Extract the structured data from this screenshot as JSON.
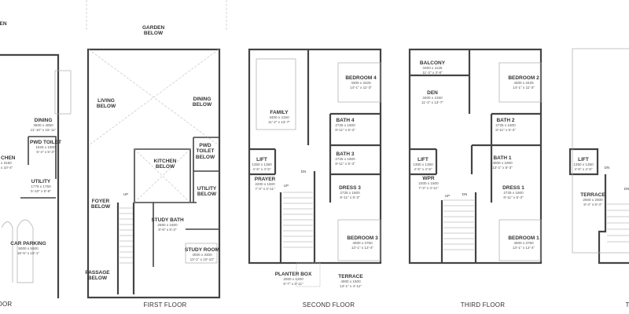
{
  "floors": [
    {
      "title": "OOR",
      "rooms": [
        {
          "name": "EN",
          "dim1": "",
          "dim2": ""
        },
        {
          "name": "DINING",
          "dim1": "3600 x 4850",
          "dim2": "11'-10\" x 15'-11\""
        },
        {
          "name": "PWD TOILET",
          "dim1": "1625 x 1600",
          "dim2": "5'-4\" x 5'-3\""
        },
        {
          "name": "CHEN",
          "dim1": "x 3150",
          "dim2": "x 10'-4\""
        },
        {
          "name": "UTILITY",
          "dim1": "1775 x 1750",
          "dim2": "5'-10\" x 5'-9\""
        },
        {
          "name": "CAR PARKING",
          "dim1": "5000 x 5500",
          "dim2": "16'-5\" x 18'-1\""
        }
      ]
    },
    {
      "title": "FIRST FLOOR",
      "rooms": [
        {
          "name": "GARDEN BELOW"
        },
        {
          "name": "LIVING BELOW"
        },
        {
          "name": "DINING BELOW"
        },
        {
          "name": "PWD TOILET BELOW"
        },
        {
          "name": "KITCHEN BELOW"
        },
        {
          "name": "UTILITY BELOW"
        },
        {
          "name": "FOYER BELOW"
        },
        {
          "name": "STUDY BATH",
          "dim1": "2650 x 1600",
          "dim2": "8'-8\" x 5'-3\""
        },
        {
          "name": "STUDY ROOM",
          "dim1": "4000 x 3300",
          "dim2": "13'-1\" x 10'-10\""
        },
        {
          "name": "PASSAGE BELOW"
        }
      ],
      "marks": [
        "UP"
      ]
    },
    {
      "title": "SECOND FLOOR",
      "rooms": [
        {
          "name": "FAMILY",
          "dim1": "3400 x 4150",
          "dim2": "11'-2\" x 13'-7\""
        },
        {
          "name": "BEDROOM 4",
          "dim1": "4300 x 3425",
          "dim2": "14'-1\" x 11'-3\""
        },
        {
          "name": "BATH 4",
          "dim1": "2725 x 1600",
          "dim2": "8'-11\" x 5'-3\""
        },
        {
          "name": "BATH 3",
          "dim1": "2725 x 1600",
          "dim2": "8'-11\" x 5'-3\""
        },
        {
          "name": "LIFT",
          "dim1": "1350 x 1350",
          "dim2": "4'-5\" x 4'-5\""
        },
        {
          "name": "PRAYER",
          "dim1": "2200 x 1500",
          "dim2": "7'-3\" x 4'-11\""
        },
        {
          "name": "DRESS 3",
          "dim1": "2725 x 1600",
          "dim2": "8'-11\" x 5'-3\""
        },
        {
          "name": "BEDROOM 3",
          "dim1": "4000 x 3750",
          "dim2": "13'-1\" x 12'-4\""
        },
        {
          "name": "PLANTER BOX",
          "dim1": "2000 x 1200",
          "dim2": "6'-7\" x 3'-11\""
        },
        {
          "name": "TERRACE",
          "dim1": "4000 x 1500",
          "dim2": "13'-1\" x 4'-11\""
        }
      ],
      "marks": [
        "UP",
        "DN"
      ]
    },
    {
      "title": "THIRD FLOOR",
      "rooms": [
        {
          "name": "BALCONY",
          "dim1": "3400 x 1125",
          "dim2": "11'-2\" x 3'-8\""
        },
        {
          "name": "DEN",
          "dim1": "3400 x 4150",
          "dim2": "11'-2\" x 13'-7\""
        },
        {
          "name": "BEDROOM 2",
          "dim1": "4300 x 3425",
          "dim2": "14'-1\" x 11'-3\""
        },
        {
          "name": "BATH 2",
          "dim1": "2725 x 1600",
          "dim2": "8'-11\" x 5'-3\""
        },
        {
          "name": "BATH 1",
          "dim1": "4000 x 1600",
          "dim2": "13'-1\" x 5'-3\""
        },
        {
          "name": "LIFT",
          "dim1": "1350 x 1350",
          "dim2": "4'-5\" x 4'-5\""
        },
        {
          "name": "WPR",
          "dim1": "2200 x 1500",
          "dim2": "7'-3\" x 4'-11\""
        },
        {
          "name": "DRESS 1",
          "dim1": "2725 x 1600",
          "dim2": "8'-11\" x 5'-3\""
        },
        {
          "name": "BEDROOM 1",
          "dim1": "4000 x 3750",
          "dim2": "13'-1\" x 12'-4\""
        }
      ],
      "marks": [
        "UP",
        "DN"
      ]
    },
    {
      "title": "T",
      "rooms": [
        {
          "name": "LIFT",
          "dim1": "1350 x 1350",
          "dim2": "4'-5\" x 4'-5\""
        },
        {
          "name": "TERRACE",
          "dim1": "2500 x 2500",
          "dim2": "8'-4\" x 8'-4\""
        }
      ],
      "marks": [
        "DN",
        "DN"
      ]
    }
  ]
}
